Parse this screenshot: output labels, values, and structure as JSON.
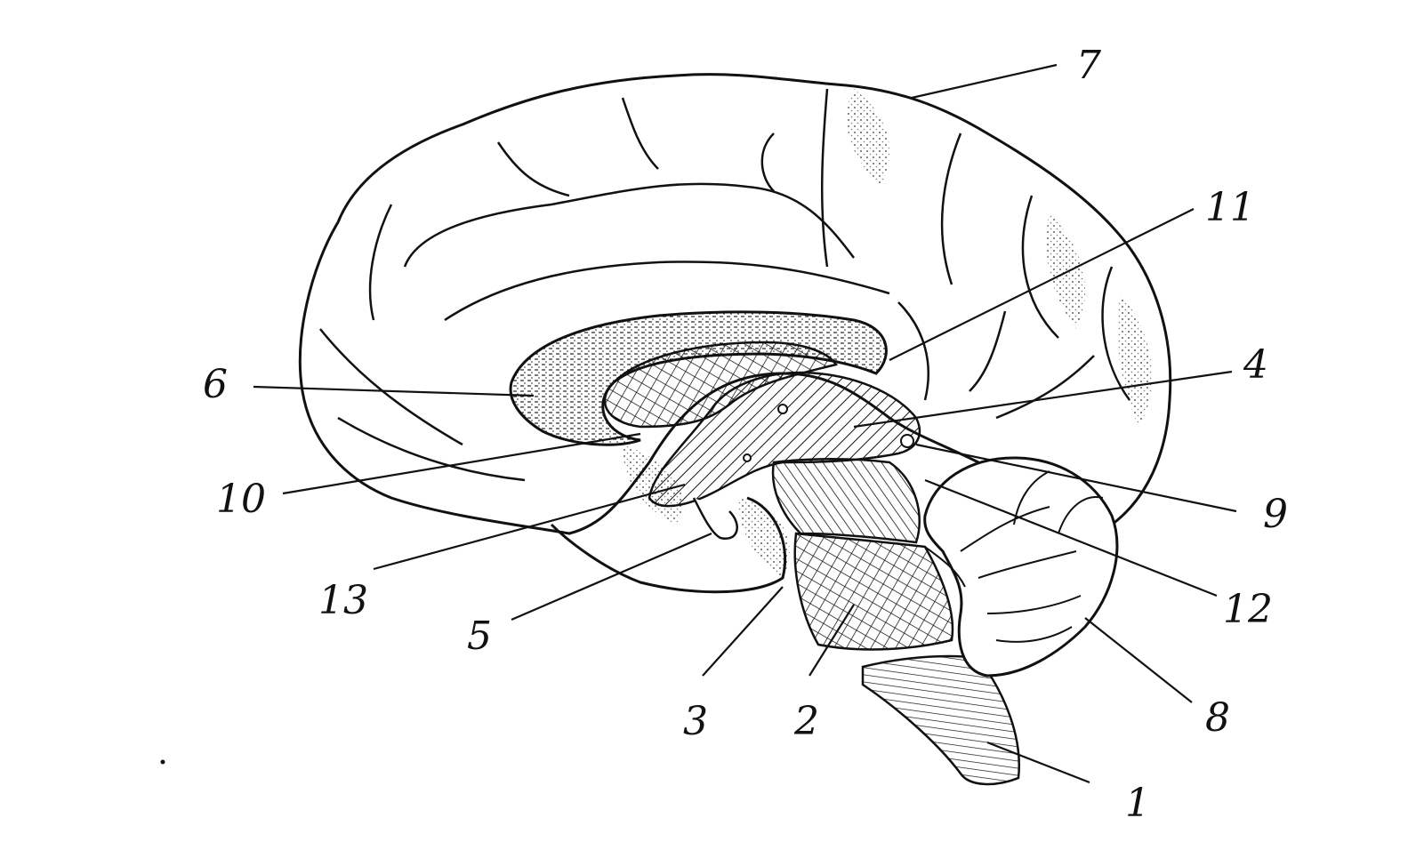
{
  "diagram": {
    "type": "anatomical-line-drawing",
    "subject_colors": {
      "ink": "#111111",
      "paper": "#ffffff"
    },
    "labels": [
      {
        "id": "l1",
        "text": "1"
      },
      {
        "id": "l2",
        "text": "2"
      },
      {
        "id": "l3",
        "text": "3"
      },
      {
        "id": "l4",
        "text": "4"
      },
      {
        "id": "l5",
        "text": "5"
      },
      {
        "id": "l6",
        "text": "6"
      },
      {
        "id": "l7",
        "text": "7"
      },
      {
        "id": "l8",
        "text": "8"
      },
      {
        "id": "l9",
        "text": "9"
      },
      {
        "id": "l10",
        "text": "10"
      },
      {
        "id": "l11",
        "text": "11"
      },
      {
        "id": "l12",
        "text": "12"
      },
      {
        "id": "l13",
        "text": "13"
      }
    ]
  }
}
